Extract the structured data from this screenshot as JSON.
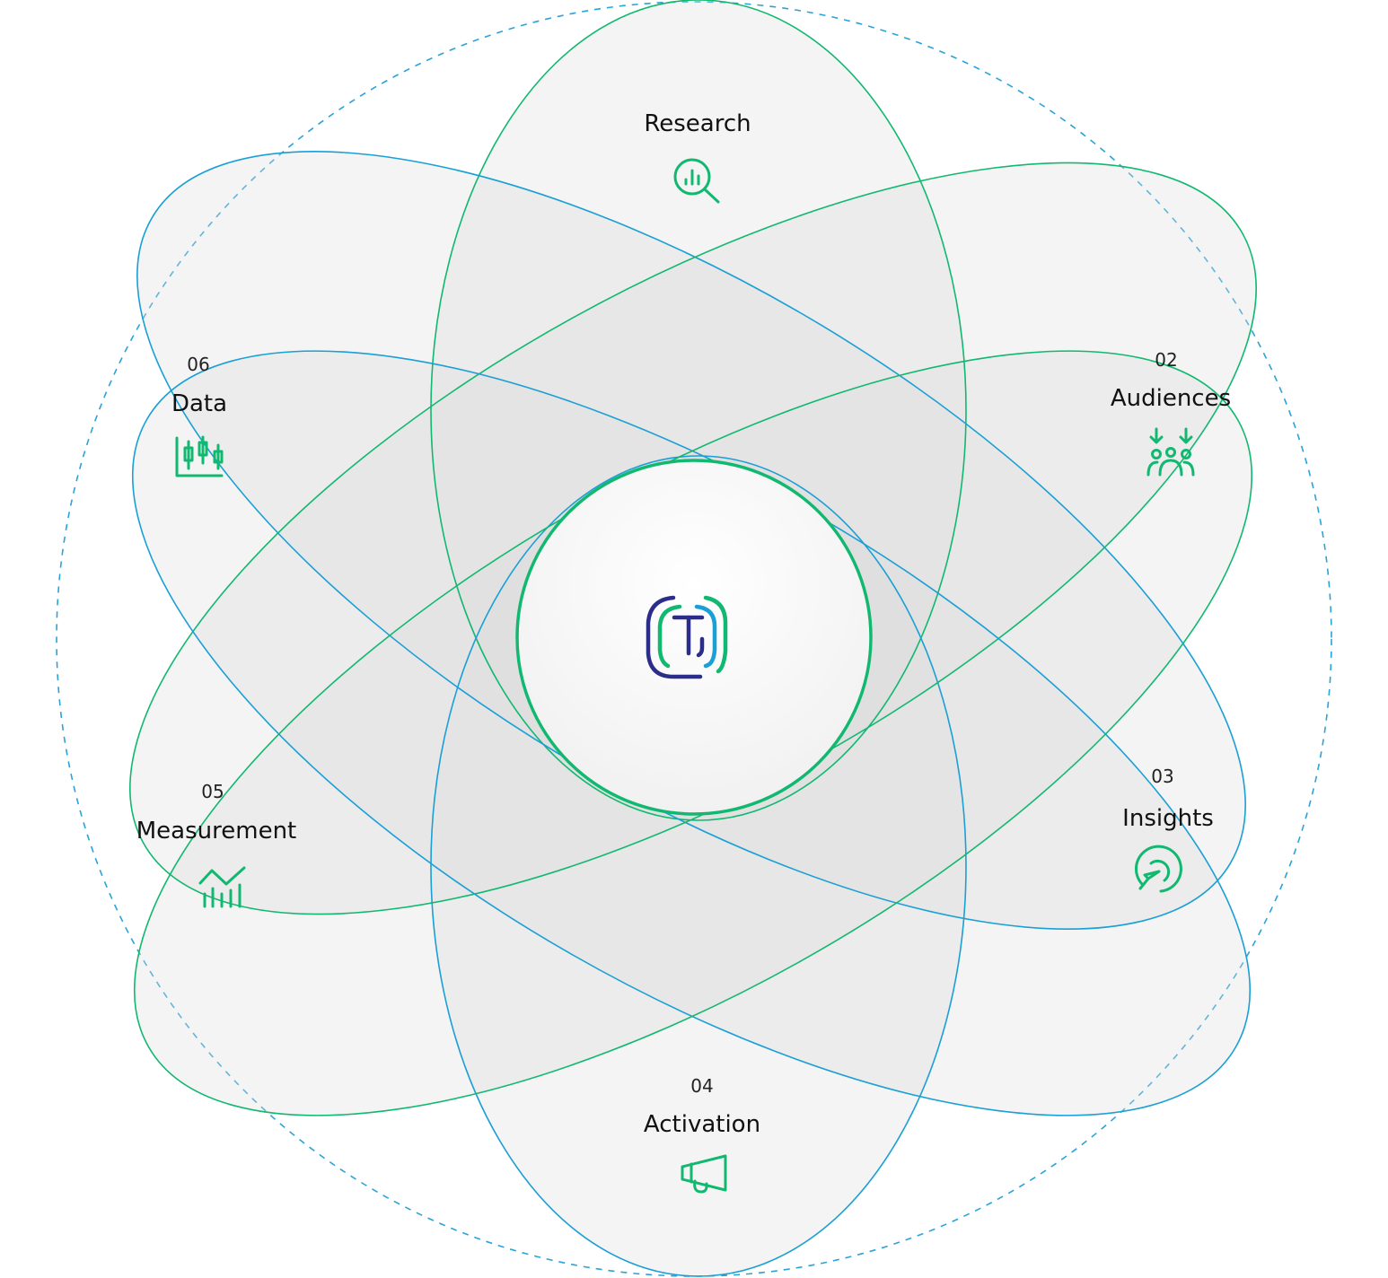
{
  "colors": {
    "green": "#11b870",
    "blue": "#1a9fd6",
    "navy": "#2b2d8a",
    "dashed": "#2aa3d8"
  },
  "center": {
    "logo_icon": "tj-logo-icon"
  },
  "segments": [
    {
      "id": "research",
      "number": "",
      "label": "Research",
      "icon": "magnifier-chart-icon"
    },
    {
      "id": "audiences",
      "number": "02",
      "label": "Audiences",
      "icon": "people-arrows-icon"
    },
    {
      "id": "insights",
      "number": "03",
      "label": "Insights",
      "icon": "target-cursor-icon"
    },
    {
      "id": "activation",
      "number": "04",
      "label": "Activation",
      "icon": "megaphone-icon"
    },
    {
      "id": "measurement",
      "number": "05",
      "label": "Measurement",
      "icon": "line-bar-chart-icon"
    },
    {
      "id": "data",
      "number": "06",
      "label": "Data",
      "icon": "candlestick-chart-icon"
    }
  ]
}
